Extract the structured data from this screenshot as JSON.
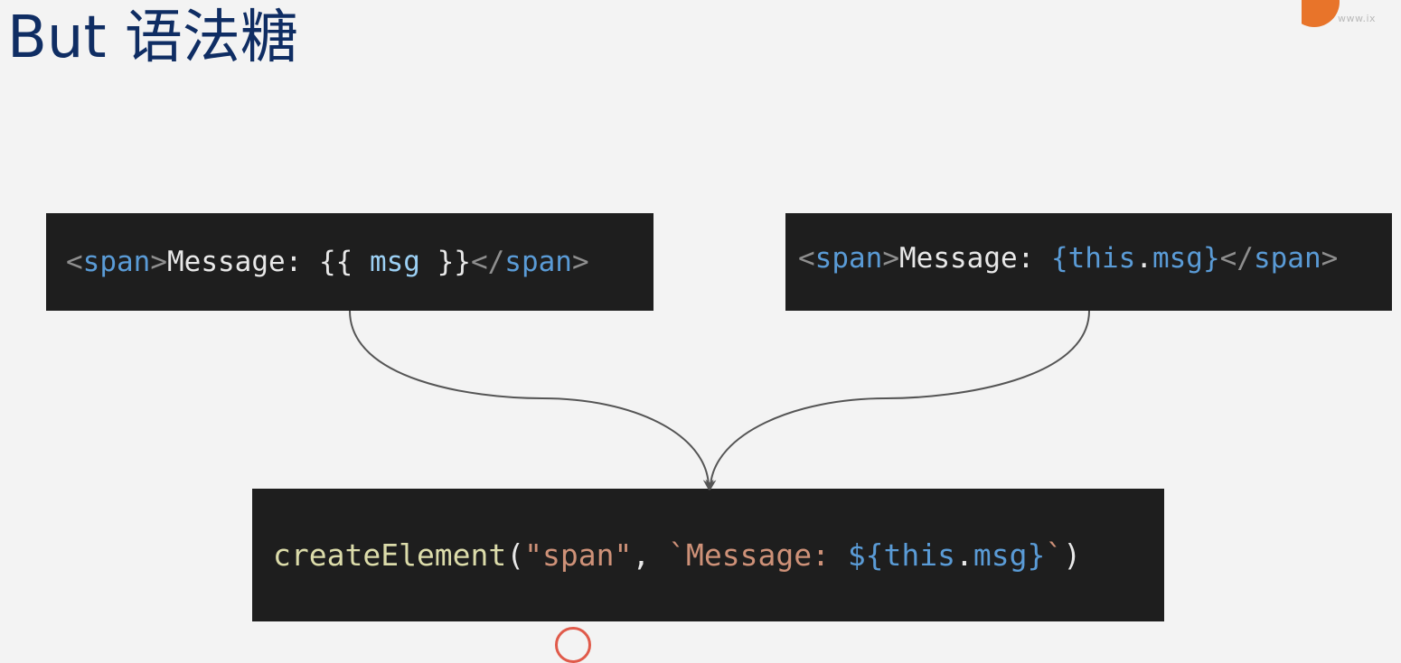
{
  "title": "But 语法糖",
  "watermark": {
    "url": "www.ix",
    "brand_color": "#e8742a"
  },
  "code_blocks": {
    "vue_template": {
      "tokens": [
        {
          "text": "<",
          "kind": "punc"
        },
        {
          "text": "span",
          "kind": "tag"
        },
        {
          "text": ">",
          "kind": "punc"
        },
        {
          "text": "Message: {{ ",
          "kind": "text"
        },
        {
          "text": "msg",
          "kind": "var"
        },
        {
          "text": " }}",
          "kind": "text"
        },
        {
          "text": "</",
          "kind": "punc"
        },
        {
          "text": "span",
          "kind": "tag"
        },
        {
          "text": ">",
          "kind": "punc"
        }
      ]
    },
    "jsx": {
      "tokens": [
        {
          "text": "<",
          "kind": "punc"
        },
        {
          "text": "span",
          "kind": "tag"
        },
        {
          "text": ">",
          "kind": "punc"
        },
        {
          "text": "Message: ",
          "kind": "text"
        },
        {
          "text": "{this",
          "kind": "kw"
        },
        {
          "text": ".",
          "kind": "text"
        },
        {
          "text": "msg}",
          "kind": "kw"
        },
        {
          "text": "</",
          "kind": "punc"
        },
        {
          "text": "span",
          "kind": "tag"
        },
        {
          "text": ">",
          "kind": "punc"
        }
      ]
    },
    "render_function": {
      "tokens": [
        {
          "text": "createElement",
          "kind": "fn"
        },
        {
          "text": "(",
          "kind": "text"
        },
        {
          "text": "\"span\"",
          "kind": "str"
        },
        {
          "text": ", ",
          "kind": "text"
        },
        {
          "text": "`Message: ",
          "kind": "str"
        },
        {
          "text": "${this",
          "kind": "kw"
        },
        {
          "text": ".",
          "kind": "text"
        },
        {
          "text": "msg}",
          "kind": "kw"
        },
        {
          "text": "`",
          "kind": "str"
        },
        {
          "text": ")",
          "kind": "text"
        }
      ]
    }
  },
  "colors": {
    "code_background": "#1e1e1e",
    "title": "#0f2d63",
    "arrow": "#555555"
  }
}
